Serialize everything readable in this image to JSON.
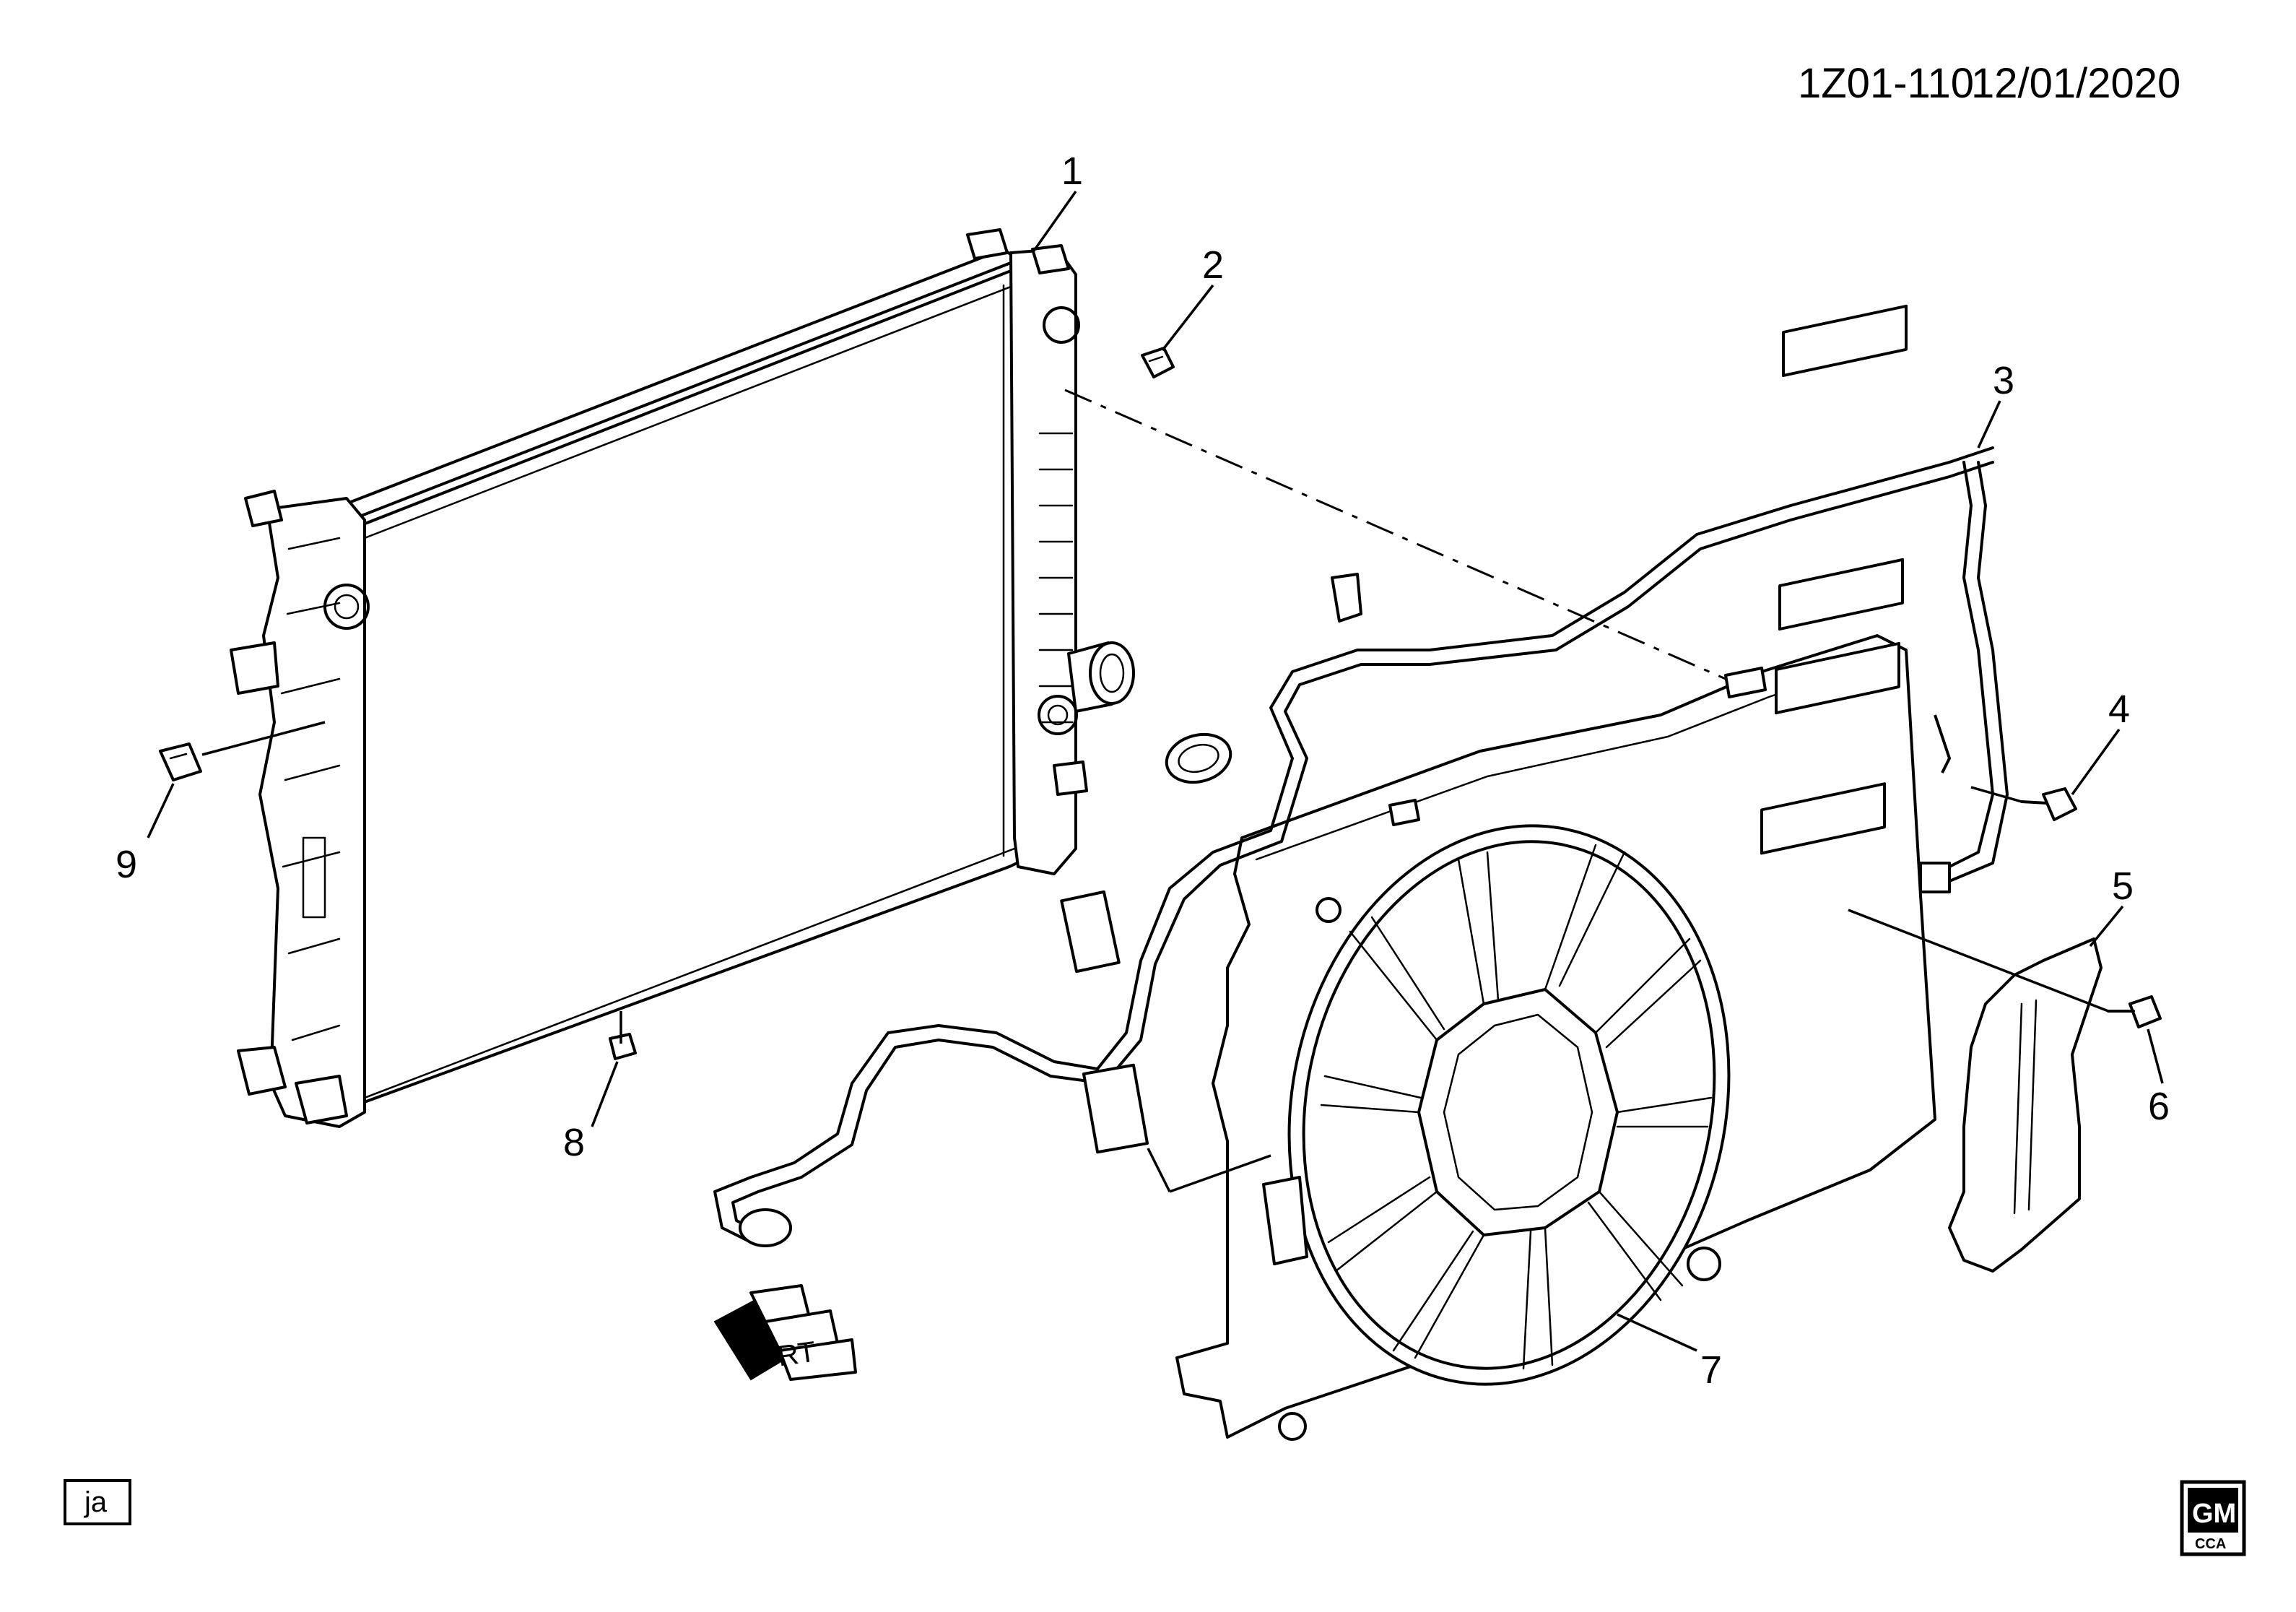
{
  "header": {
    "diagram_id": "1Z01-110",
    "date": "12/01/2020"
  },
  "callouts": [
    {
      "number": "1",
      "part": "radiator"
    },
    {
      "number": "2",
      "part": "clip"
    },
    {
      "number": "3",
      "part": "wiring-harness"
    },
    {
      "number": "4",
      "part": "bolt"
    },
    {
      "number": "5",
      "part": "baffle"
    },
    {
      "number": "6",
      "part": "bolt"
    },
    {
      "number": "7",
      "part": "fan-shroud-assembly"
    },
    {
      "number": "8",
      "part": "clip"
    },
    {
      "number": "9",
      "part": "nut"
    }
  ],
  "direction_marker": {
    "label": "FRT",
    "icon": "front-arrow-icon"
  },
  "illustrator_code": "ja",
  "logo": {
    "brand": "GM",
    "sub": "CCA"
  }
}
